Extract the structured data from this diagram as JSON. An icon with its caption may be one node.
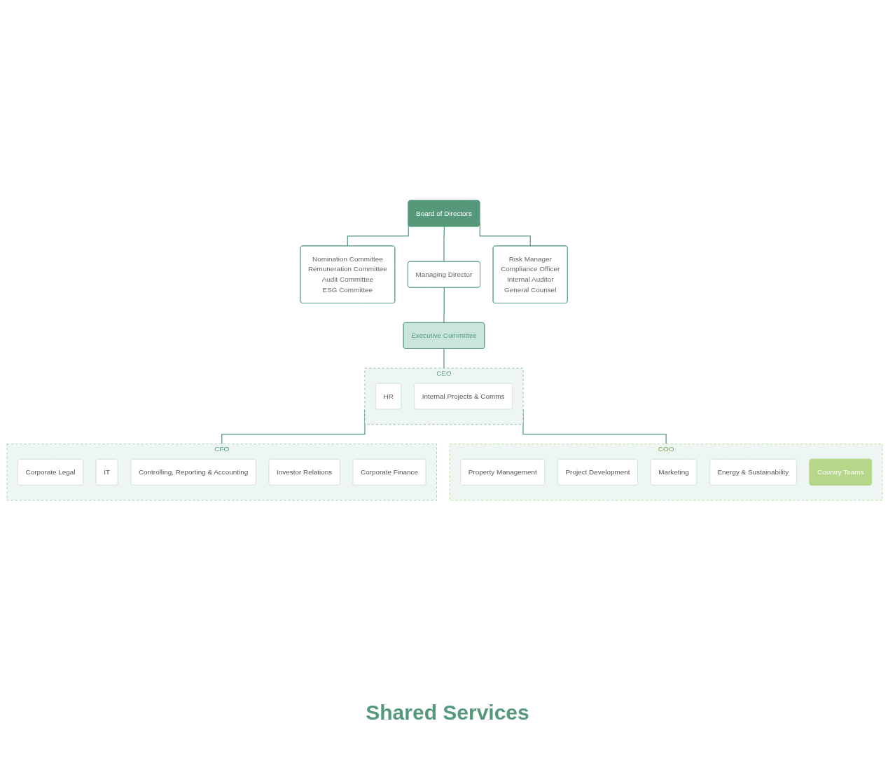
{
  "diagram": {
    "nodes": [
      {
        "text": [
          "Board of Directors"
        ]
      },
      {
        "text": [
          "Nomination Committee",
          "Remuneration Committee",
          "Audit Committee",
          "ESG Committee"
        ]
      },
      {
        "text": [
          "Managing Director"
        ]
      },
      {
        "text": [
          "Risk Manager",
          "Compliance Officer",
          "Internal Auditor",
          "General Counsel"
        ]
      },
      {
        "text": [
          "Executive Committee"
        ]
      },
      {
        "text": [
          "CEO"
        ]
      },
      {
        "text": [
          "HR"
        ],
        "in": 5
      },
      {
        "text": [
          "Internal Projects & Comms"
        ],
        "in": 5
      },
      {
        "text": [
          "CFO"
        ]
      },
      {
        "text": [
          "Corporate Legal"
        ],
        "in": 8
      },
      {
        "text": [
          "IT"
        ],
        "in": 8
      },
      {
        "text": [
          "Controlling, Reporting & Accounting"
        ],
        "in": 8
      },
      {
        "text": [
          "Investor Relations"
        ],
        "in": 8
      },
      {
        "text": [
          "Corporate Finance"
        ],
        "in": 8
      },
      {
        "text": [
          "COO"
        ]
      },
      {
        "text": [
          "Property Management"
        ],
        "in": 14
      },
      {
        "text": [
          "Project Development"
        ],
        "in": 14
      },
      {
        "text": [
          "Marketing"
        ],
        "in": 14
      },
      {
        "text": [
          "Energy & Sustainability"
        ],
        "in": 14
      },
      {
        "text": [
          "Country Teams"
        ],
        "in": 14
      }
    ],
    "edges": [
      {
        "from": 0,
        "to": 1,
        "arrow": "none"
      },
      {
        "from": 0,
        "to": 2,
        "arrow": "none"
      },
      {
        "from": 0,
        "to": 3,
        "arrow": "none"
      },
      {
        "from": 2,
        "to": 4,
        "arrow": "none"
      },
      {
        "from": 4,
        "to": 5,
        "arrow": "none"
      },
      {
        "from": 5,
        "to": 8,
        "arrow": "none"
      },
      {
        "from": 5,
        "to": 14,
        "arrow": "none"
      }
    ],
    "labels": [
      "Shared Services"
    ]
  }
}
